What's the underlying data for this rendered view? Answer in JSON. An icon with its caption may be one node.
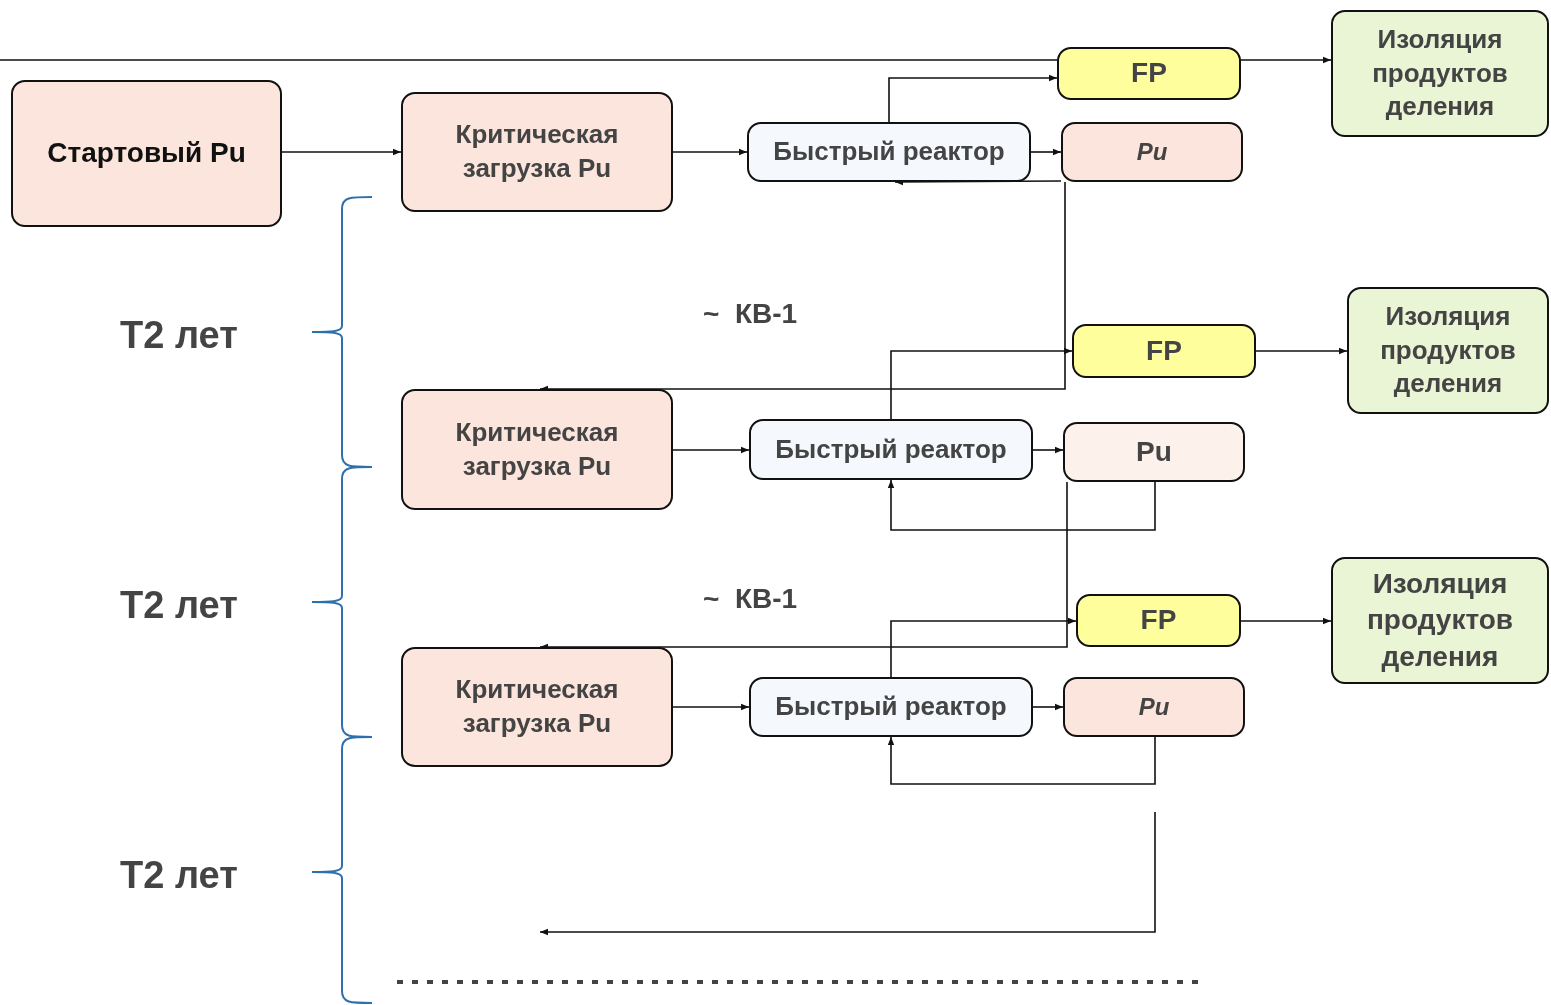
{
  "diagram": {
    "nodes": [
      {
        "text": [
          "Стартовый Pu"
        ]
      },
      {
        "text": [
          "Критическая загрузка Pu"
        ]
      },
      {
        "text": [
          "Быстрый реактор"
        ]
      },
      {
        "text": [
          "FP"
        ]
      },
      {
        "text": [
          "Pu"
        ]
      },
      {
        "text": [
          "Изоляция продуктов деления"
        ]
      },
      {
        "text": [
          "Критическая загрузка Pu"
        ]
      },
      {
        "text": [
          "Быстрый реактор"
        ]
      },
      {
        "text": [
          "FP"
        ]
      },
      {
        "text": [
          "Pu"
        ]
      },
      {
        "text": [
          "Изоляция продуктов деления"
        ]
      },
      {
        "text": [
          "Критическая загрузка Pu"
        ]
      },
      {
        "text": [
          "Быстрый реактор"
        ]
      },
      {
        "text": [
          "FP"
        ]
      },
      {
        "text": [
          "Pu"
        ]
      },
      {
        "text": [
          "Изоляция продуктов деления"
        ]
      }
    ],
    "edges": [
      {
        "from": 0,
        "to": 1,
        "arrow": "to"
      },
      {
        "from": 1,
        "to": 2,
        "arrow": "to"
      },
      {
        "from": 2,
        "to": 3,
        "arrow": "to"
      },
      {
        "from": 2,
        "to": 4,
        "arrow": "to"
      },
      {
        "from": 4,
        "to": 2,
        "arrow": "to"
      },
      {
        "from": null,
        "to": 5,
        "arrow": "to"
      },
      {
        "from": 4,
        "to": 6,
        "arrow": "to"
      },
      {
        "from": 6,
        "to": 7,
        "arrow": "to"
      },
      {
        "from": 7,
        "to": 8,
        "arrow": "to"
      },
      {
        "from": 7,
        "to": 9,
        "arrow": "to"
      },
      {
        "from": 9,
        "to": 7,
        "arrow": "to"
      },
      {
        "from": 8,
        "to": 10,
        "arrow": "to"
      },
      {
        "from": 9,
        "to": 11,
        "arrow": "to"
      },
      {
        "from": 11,
        "to": 12,
        "arrow": "to"
      },
      {
        "from": 12,
        "to": 13,
        "arrow": "to"
      },
      {
        "from": 12,
        "to": 14,
        "arrow": "to"
      },
      {
        "from": 14,
        "to": 12,
        "arrow": "to"
      },
      {
        "from": 13,
        "to": 15,
        "arrow": "to"
      }
    ],
    "labels": [
      "~  КВ-1",
      "~  КВ-1",
      "T2 лет",
      "T2 лет",
      "T2 лет"
    ]
  }
}
